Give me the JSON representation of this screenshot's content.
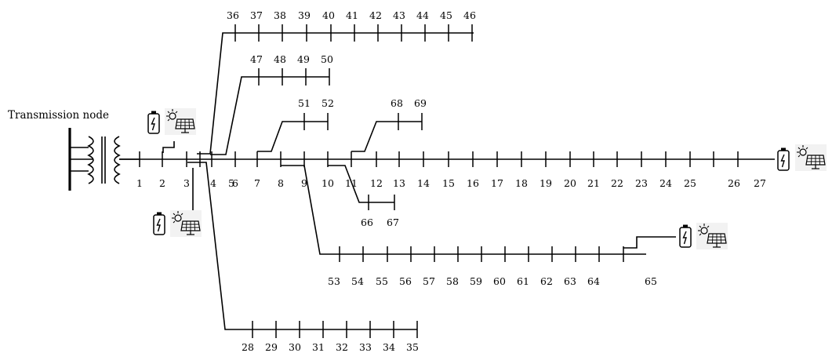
{
  "title": "Transmission node",
  "colors": {
    "line": "#000000",
    "background": "#ffffff",
    "icon_fill": "#f2f2f2"
  },
  "icons": {
    "battery": "battery-icon",
    "solar": "solar-panel-icon",
    "sun": "sun-icon",
    "transformer": "transformer-icon"
  },
  "buses": {
    "main": [
      "1",
      "2",
      "3",
      "4",
      "5",
      "6",
      "7",
      "8",
      "9",
      "10",
      "11",
      "12",
      "13",
      "14",
      "15",
      "16",
      "17",
      "18",
      "19",
      "20",
      "21",
      "22",
      "23",
      "24",
      "25",
      "26",
      "27"
    ],
    "branch_top": [
      "36",
      "37",
      "38",
      "39",
      "40",
      "41",
      "42",
      "43",
      "44",
      "45",
      "46"
    ],
    "branch_47": [
      "47",
      "48",
      "49",
      "50"
    ],
    "branch_51": [
      "51",
      "52"
    ],
    "branch_68": [
      "68",
      "69"
    ],
    "branch_66": [
      "66",
      "67"
    ],
    "branch_53": [
      "53",
      "54",
      "55",
      "56",
      "57",
      "58",
      "59",
      "60",
      "61",
      "62",
      "63",
      "64",
      "65"
    ],
    "branch_28": [
      "28",
      "29",
      "30",
      "31",
      "32",
      "33",
      "34",
      "35"
    ]
  },
  "der_locations": [
    "bus 3",
    "bus 4",
    "bus 27",
    "bus 64"
  ]
}
